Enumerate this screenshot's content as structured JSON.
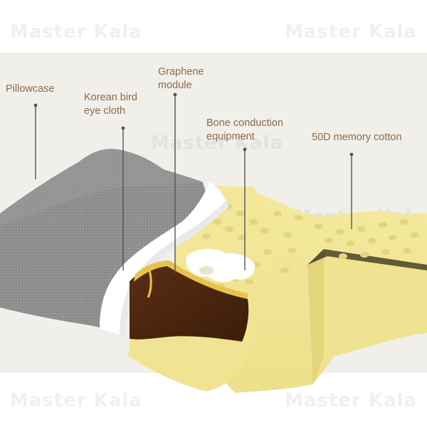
{
  "labels": {
    "pillowcase": "Pillowcase",
    "korean_bird_line1": "Korean bird",
    "korean_bird_line2": "eye cloth",
    "graphene_line1": "Graphene",
    "graphene_line2": "module",
    "bone_line1": "Bone conduction",
    "bone_line2": "equipment",
    "memory_cotton": "50D memory cotton"
  },
  "watermark": {
    "text": "Master Kala"
  },
  "colors": {
    "label_text": "#8b6b4c",
    "leader_line": "#555555",
    "pillowcase_gray": "#8f8f8f",
    "memory_foam_yellow": "#f1e597",
    "graphene_brown": "#4a2610",
    "background": "#f1efe9"
  }
}
